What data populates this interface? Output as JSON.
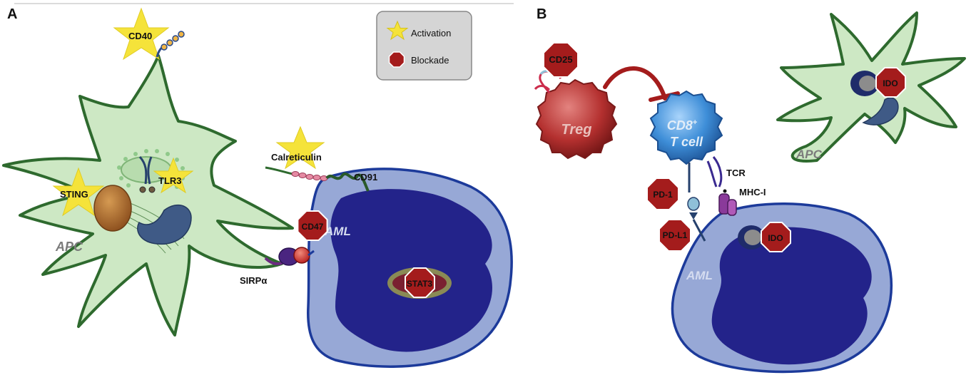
{
  "panels": {
    "a": "A",
    "b": "B"
  },
  "legend": {
    "activation": "Activation",
    "blockade": "Blockade"
  },
  "panel_a": {
    "cd40": "CD40",
    "sting": "STING",
    "tlr3": "TLR3",
    "apc": "APC",
    "calreticulin": "Calreticulin",
    "cd91": "CD91",
    "cd47": "CD47",
    "sirpa": "SIRPα",
    "aml": "AML",
    "stat3": "STAT3"
  },
  "panel_b": {
    "cd25": "CD25",
    "treg": "Treg",
    "cd8_line1": "CD8",
    "cd8_sup": "+",
    "cd8_line2": "T cell",
    "tcr": "TCR",
    "mhc": "MHC-I",
    "pd1": "PD-1",
    "pdl1": "PD-L1",
    "aml": "AML",
    "ido_aml": "IDO",
    "ido_apc": "IDO",
    "apc": "APC"
  },
  "colors": {
    "apc_fill": "#cde8c4",
    "apc_stroke": "#2e6a2e",
    "aml_fill": "#97a8d6",
    "aml_stroke": "#1c3a9a",
    "nucleus": "#23238a",
    "stop_sign": "#a41c1c",
    "star": "#f5e33a",
    "treg": "#b4302f",
    "cd8": "#3e8ed8"
  }
}
